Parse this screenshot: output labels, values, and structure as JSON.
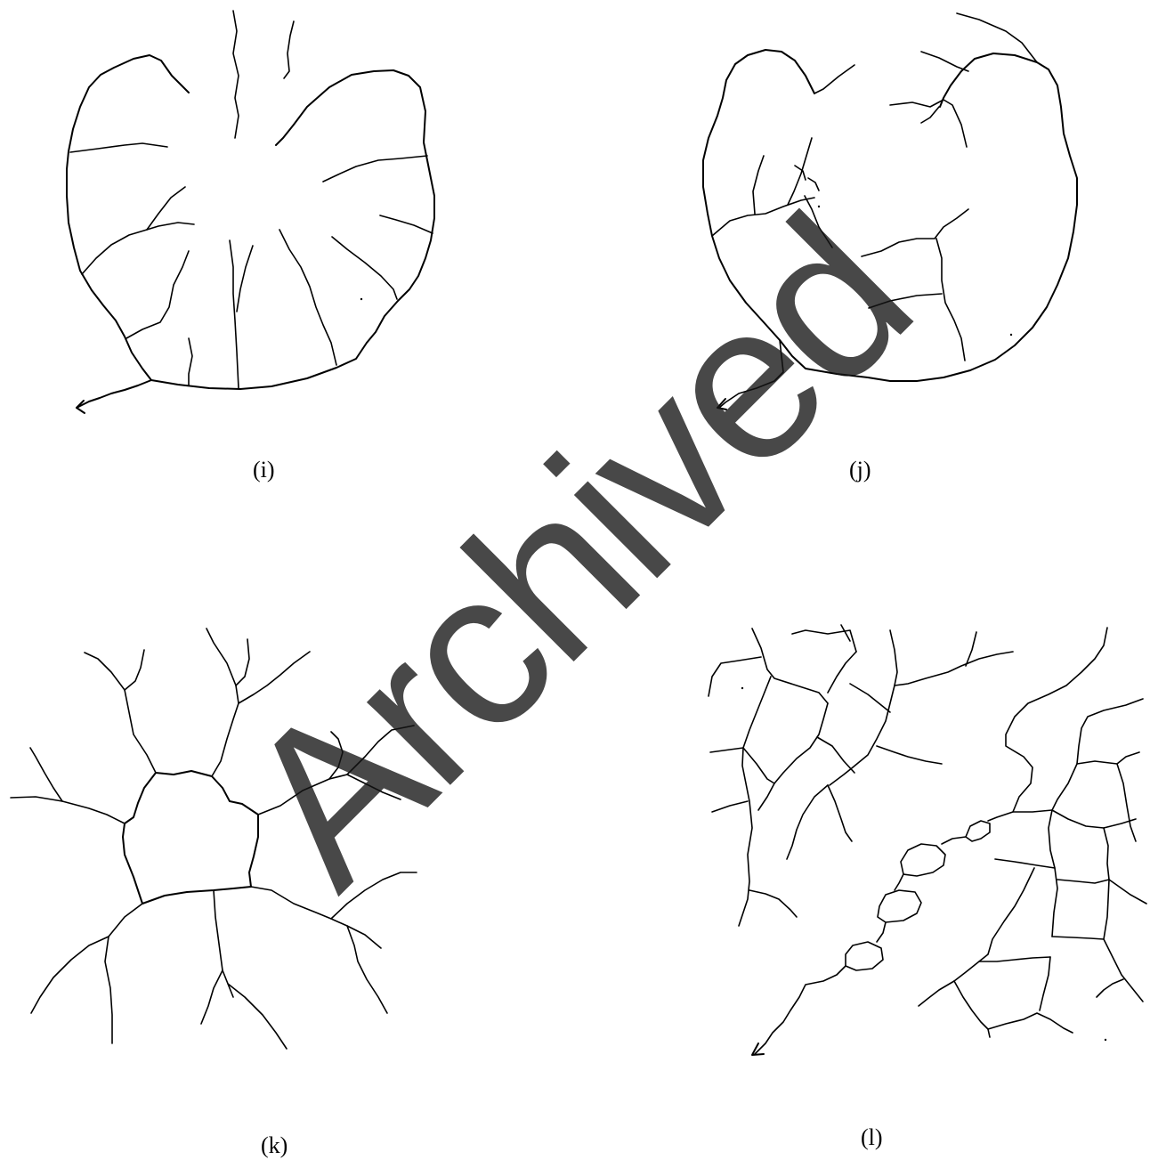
{
  "panels": {
    "i": {
      "caption": "(i)"
    },
    "j": {
      "caption": "(j)"
    },
    "k": {
      "caption": "(k)"
    },
    "l": {
      "caption": "(l)"
    }
  },
  "watermark": {
    "text": "Archived",
    "color": "#141414"
  },
  "colors": {
    "line": "#000000",
    "background": "#ffffff"
  }
}
